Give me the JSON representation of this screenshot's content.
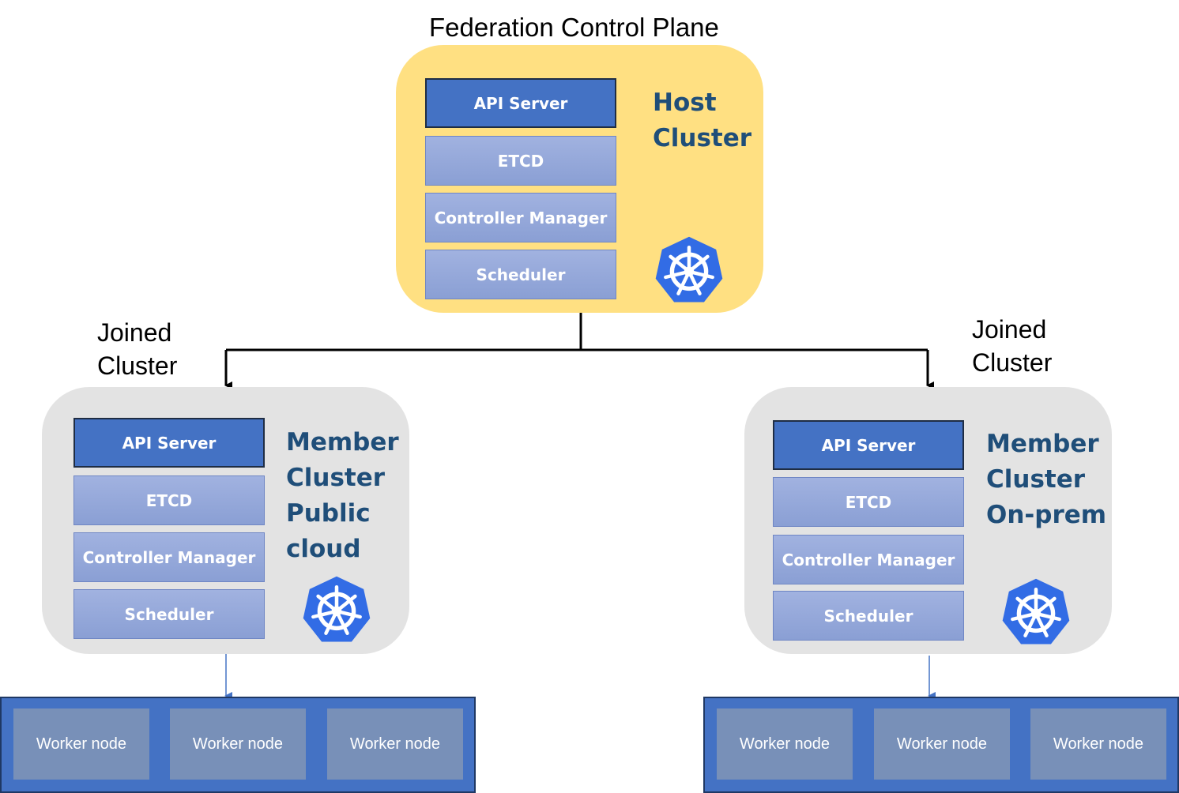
{
  "title": "Federation Control Plane",
  "host": {
    "label_line1": "Host",
    "label_line2": "Cluster",
    "components": [
      "API Server",
      "ETCD",
      "Controller Manager",
      "Scheduler"
    ]
  },
  "left": {
    "joined_line1": "Joined",
    "joined_line2": "Cluster",
    "label_lines": [
      "Member",
      "Cluster",
      "Public",
      "cloud"
    ],
    "components": [
      "API Server",
      "ETCD",
      "Controller Manager",
      "Scheduler"
    ],
    "workers": [
      "Worker node",
      "Worker node",
      "Worker node"
    ]
  },
  "right": {
    "joined_line1": "Joined",
    "joined_line2": "Cluster",
    "label_lines": [
      "Member",
      "Cluster",
      "On-prem"
    ],
    "components": [
      "API Server",
      "ETCD",
      "Controller Manager",
      "Scheduler"
    ],
    "workers": [
      "Worker node",
      "Worker node",
      "Worker node"
    ]
  },
  "icons": [
    "kubernetes-icon"
  ],
  "colors": {
    "host_bg": "#ffe082",
    "member_bg": "#e3e3e3",
    "api_server": "#4472c4",
    "component_light": "#8fa3d8",
    "label_text": "#1f4e79",
    "worker_band": "#4472c4",
    "worker_node": "#7890b8",
    "kubernetes_blue": "#326ce5"
  }
}
